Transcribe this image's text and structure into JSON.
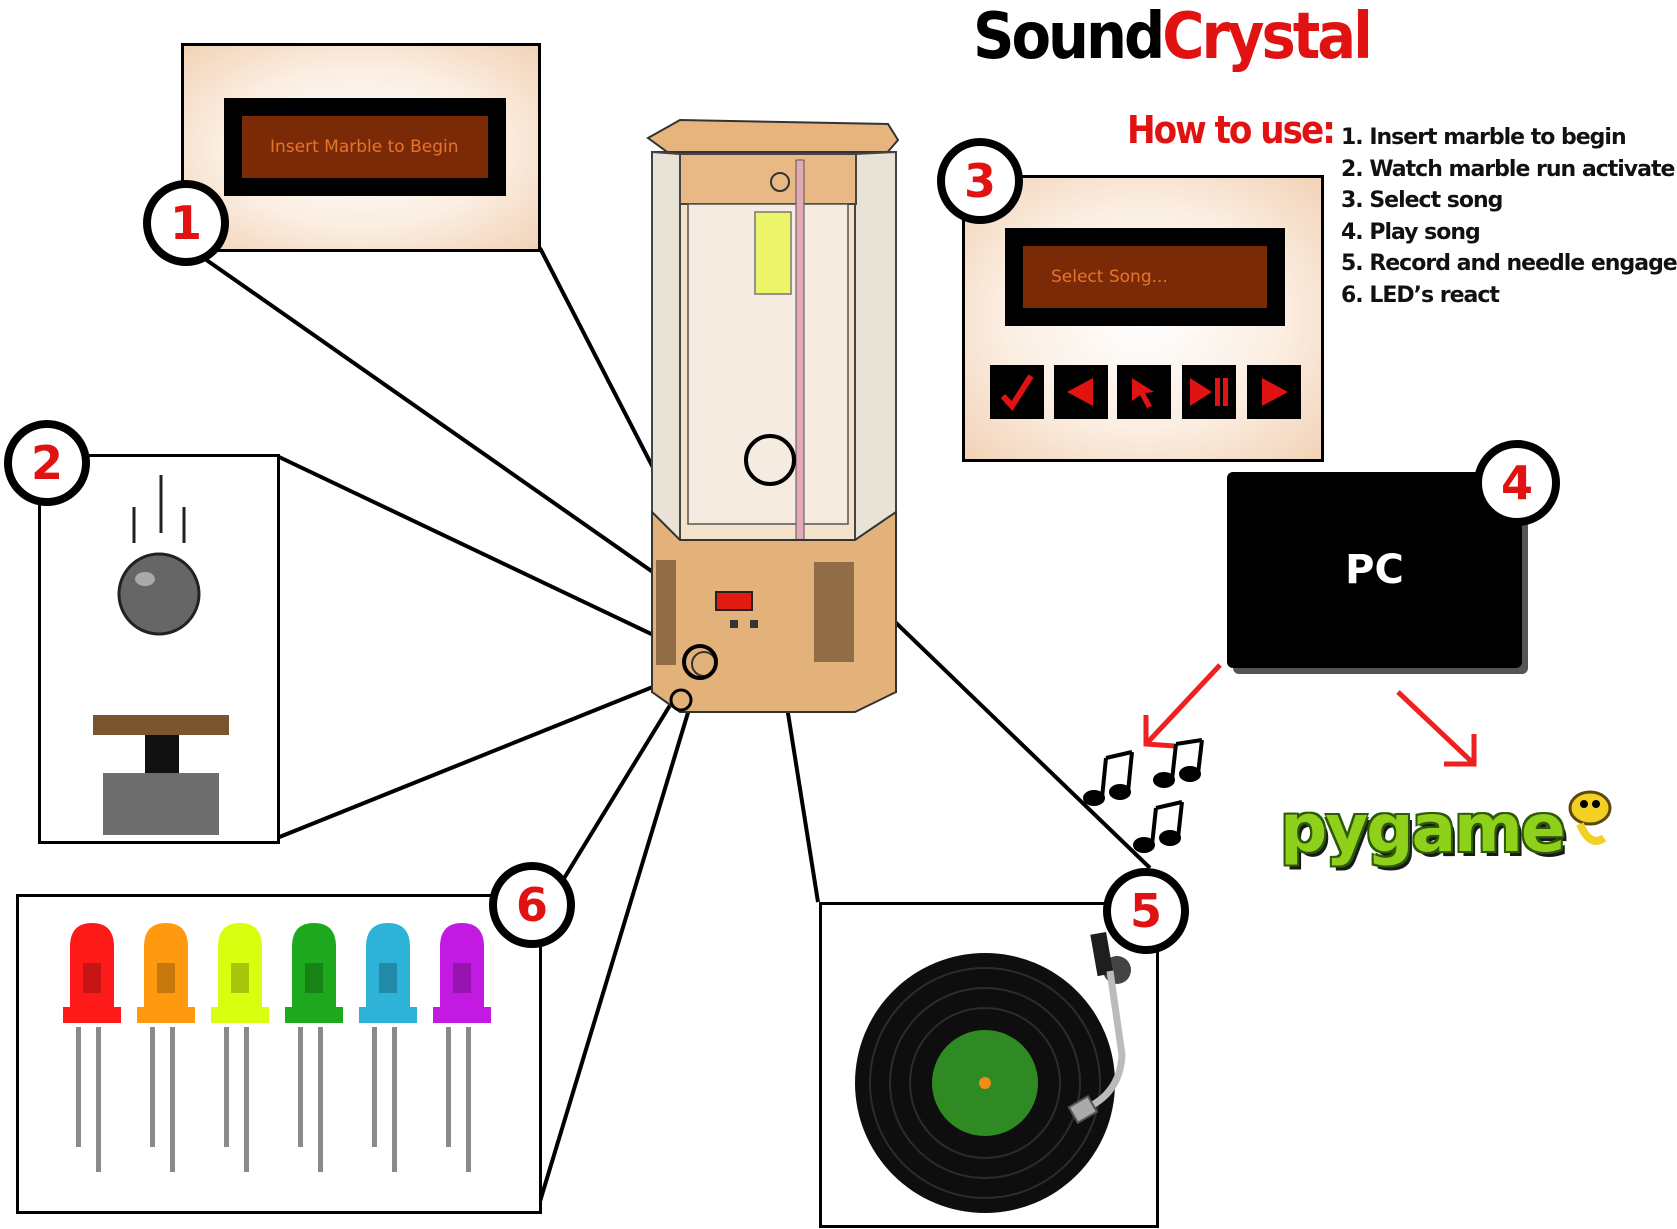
{
  "title": {
    "part1": "Sound",
    "part2": "Crystal"
  },
  "how_to_use": {
    "heading": "How to use:",
    "steps": [
      "1. Insert marble to begin",
      "2. Watch marble run activate",
      "3. Select song",
      "4. Play song",
      "5. Record and needle engage",
      "6. LED’s react"
    ]
  },
  "callouts": {
    "one": {
      "number": "1",
      "lcd_text": "Insert Marble to Begin"
    },
    "two": {
      "number": "2"
    },
    "three": {
      "number": "3",
      "lcd_text": "Select Song...",
      "buttons": [
        "check-icon",
        "left-arrow-icon",
        "cursor-icon",
        "play-pause-icon",
        "right-arrow-icon"
      ]
    },
    "four": {
      "number": "4",
      "pc_label": "PC"
    },
    "five": {
      "number": "5"
    },
    "six": {
      "number": "6"
    }
  },
  "pygame_logo": "pygame",
  "led_colors": [
    "#ff1a1a",
    "#ff9a10",
    "#d8ff10",
    "#1ea81e",
    "#2eb2d8",
    "#c21ae0"
  ],
  "colors": {
    "accent_red": "#e01212",
    "lcd_bg": "#7a2a07",
    "lcd_text": "#e8742a",
    "wood": "#e3b27a"
  }
}
